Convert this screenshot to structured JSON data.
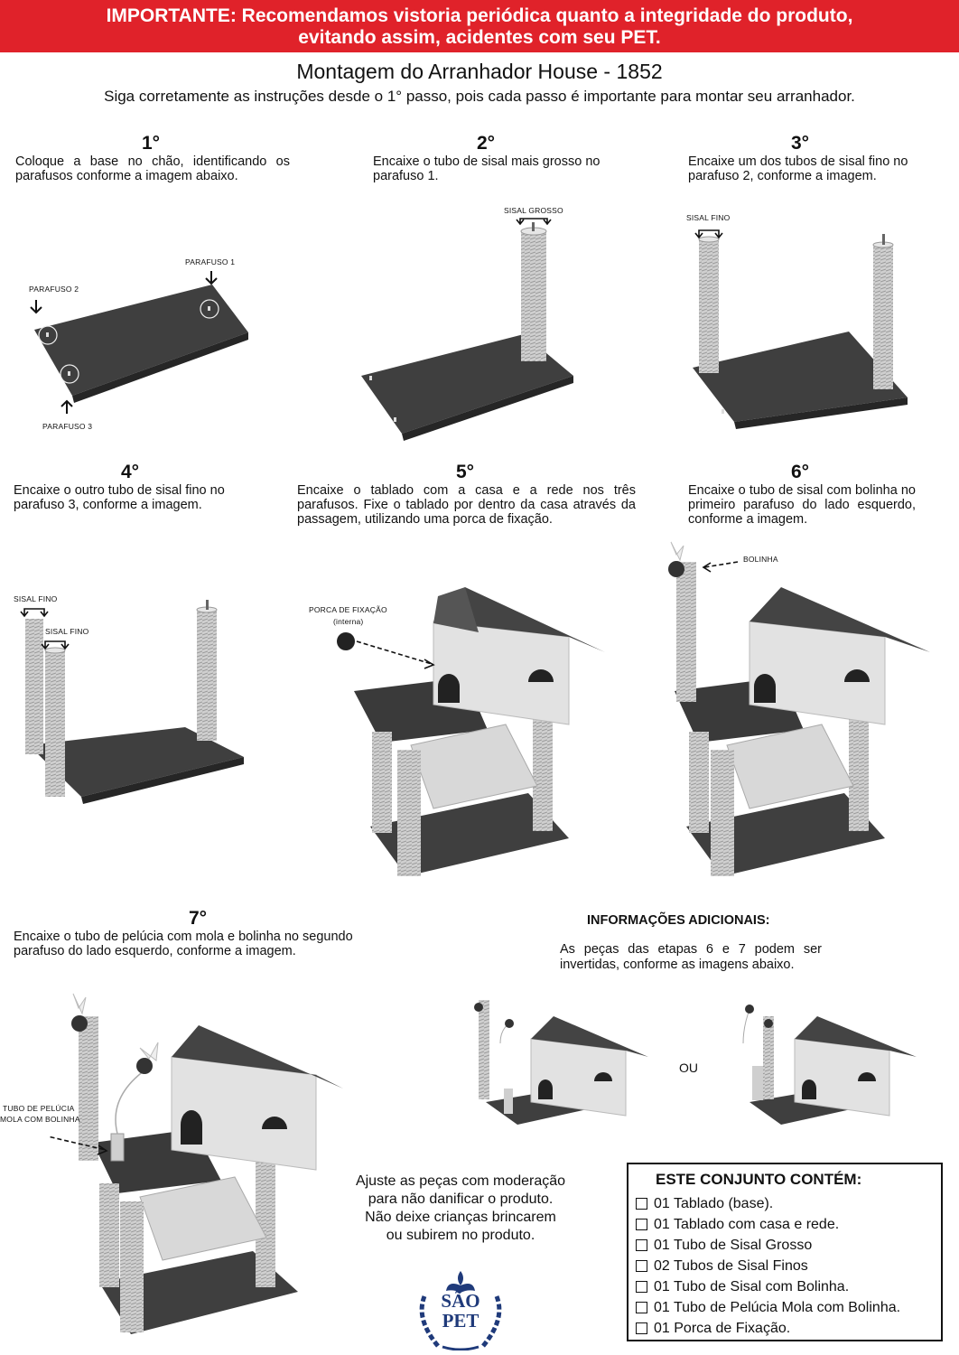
{
  "banner": {
    "line1": "IMPORTANTE: Recomendamos vistoria periódica quanto a integridade do produto,",
    "line2": "evitando assim, acidentes com seu PET."
  },
  "title": "Montagem do Arranhador House - 1852",
  "subtitle": "Siga corretamente as instruções desde o 1° passo, pois cada passo é importante para montar seu arranhador.",
  "steps": [
    {
      "num": "1°",
      "text": "Coloque a base no chão, identificando os parafusos conforme a imagem abaixo."
    },
    {
      "num": "2°",
      "text": "Encaixe o tubo de sisal mais grosso no parafuso 1."
    },
    {
      "num": "3°",
      "text": "Encaixe um dos tubos de sisal fino no parafuso 2, conforme a imagem."
    },
    {
      "num": "4°",
      "text": "Encaixe o outro tubo de sisal fino no parafuso 3, conforme a imagem."
    },
    {
      "num": "5°",
      "text": "Encaixe o tablado com a casa e a rede nos três parafusos. Fixe o tablado por dentro da casa através da passagem, utilizando uma porca de fixação."
    },
    {
      "num": "6°",
      "text": "Encaixe o tubo de sisal com bolinha no primeiro parafuso do lado esquerdo, conforme a imagem."
    },
    {
      "num": "7°",
      "text": "Encaixe o tubo de pelúcia com mola e bolinha no segundo parafuso do lado esquerdo, conforme a imagem."
    }
  ],
  "labels": {
    "parafuso1": "PARAFUSO 1",
    "parafuso2": "PARAFUSO 2",
    "parafuso3": "PARAFUSO 3",
    "sisal_grosso": "SISAL GROSSO",
    "sisal_fino": "SISAL FINO",
    "porca_fixacao": "PORCA DE FIXAÇÃO",
    "interna": "(interna)",
    "bolinha": "BOLINHA",
    "tubo_pelucia_1": "TUBO DE PELÚCIA",
    "tubo_pelucia_2": "MOLA COM BOLINHA"
  },
  "info": {
    "title": "INFORMAÇÕES ADICIONAIS:",
    "text": "As peças das etapas 6 e 7 podem ser invertidas, conforme as imagens abaixo.",
    "or": "OU"
  },
  "adjust": {
    "line1": "Ajuste as peças com moderação",
    "line2": "para não danificar o produto.",
    "line3": "Não deixe crianças brincarem",
    "line4": "ou subirem no produto."
  },
  "kit": {
    "title": "ESTE CONJUNTO CONTÉM:",
    "items": [
      "01 Tablado (base).",
      "01 Tablado com casa e rede.",
      "01 Tubo de Sisal Grosso",
      "02 Tubos de Sisal Finos",
      "01 Tubo de Sisal com Bolinha.",
      "01 Tubo de Pelúcia Mola com Bolinha.",
      "01 Porca de Fixação."
    ]
  },
  "logo": {
    "line1": "SÃO",
    "line2": "PET"
  },
  "colors": {
    "banner": "#e0222a",
    "base": "#3a3a3a",
    "sisal": "#c9c9c9",
    "house": "#dedede"
  }
}
